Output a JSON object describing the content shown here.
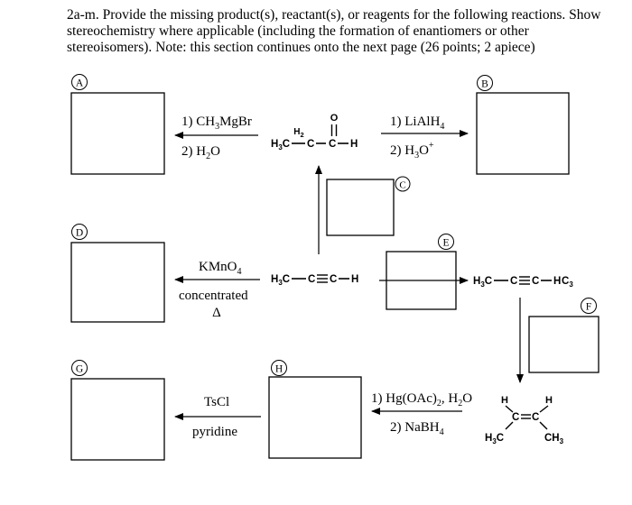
{
  "question": {
    "lines": [
      "2a-m. Provide the missing product(s), reactant(s), or reagents for the following reactions. Show",
      "stereochemistry where applicable (including the formation of enantiomers or other",
      "stereoisomers). Note: this section continues onto the next page (26 points; 2 apiece)"
    ]
  },
  "labels": {
    "A": "A",
    "B": "B",
    "C": "C",
    "D": "D",
    "E": "E",
    "F": "F",
    "G": "G",
    "H": "H"
  },
  "reagents": {
    "a_line1_pre": "1) CH",
    "a_line1_sub": "3",
    "a_line1_post": "MgBr",
    "a_line2_pre": "2) H",
    "a_line2_sub": "2",
    "a_line2_post": "O",
    "b_line1_pre": "1) LiAlH",
    "b_line1_sub": "4",
    "b_line2_pre": "2) H",
    "b_line2_sub": "3",
    "b_line2_post": "O",
    "b_line2_sup": "+",
    "d_line1_pre": "KMnO",
    "d_line1_sub": "4",
    "d_line2": "concentrated",
    "d_line3": "Δ",
    "g_line1": "TsCl",
    "g_line2": "pyridine",
    "h_line1_a": "1) Hg(OAc)",
    "h_line1_sub1": "2",
    "h_line1_b": ", H",
    "h_line1_sub2": "2",
    "h_line1_c": "O",
    "h_line2_pre": "2) NaBH",
    "h_line2_sub": "4"
  },
  "molecules": {
    "propanal": {
      "h2": "H",
      "h2_sub": "2",
      "o": "O",
      "left_h3c": "H",
      "left_h3c_sub": "3",
      "left_c": "C",
      "c2": "C",
      "c3": "C",
      "h_end": "H"
    },
    "propyne": {
      "h3c": "H",
      "h3c_sub": "3",
      "c_a": "C",
      "c_b": "C",
      "c_end": "C",
      "h": "H"
    },
    "butyne": {
      "h3c": "H",
      "h3c_sub": "3",
      "c_a": "C",
      "c_b": "C",
      "c_c": "C",
      "h3": "H",
      "h3_sub": "3"
    },
    "butene": {
      "h_left": "H",
      "h_right": "H",
      "c_left": "C",
      "c_right": "C",
      "h3c_bottom": "H",
      "h3c_bottom_sub": "3",
      "h3c_bottom_c": "C",
      "ch3_bottom": "CH",
      "ch3_bottom_sub": "3"
    }
  }
}
